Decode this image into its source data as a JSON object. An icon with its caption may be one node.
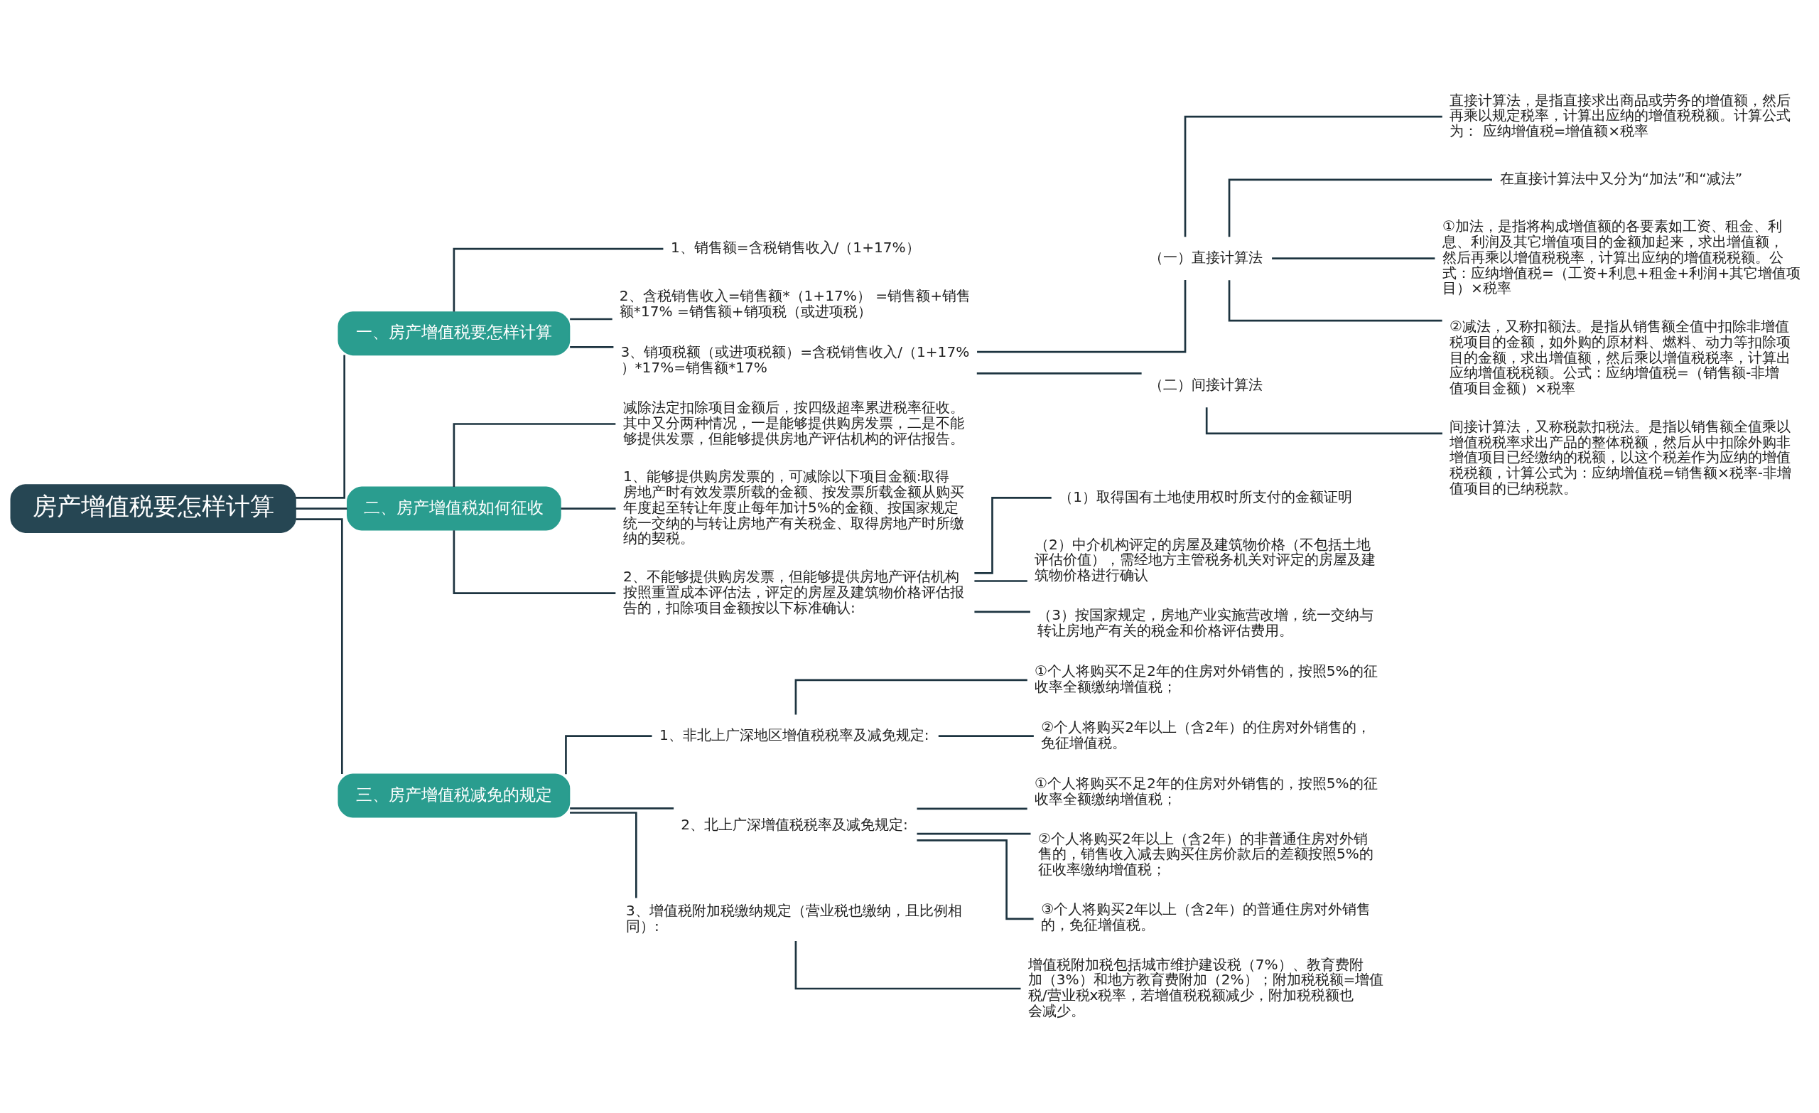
{
  "diagram": {
    "nodes": [
      {
        "text": [
          "房产增值税要怎样计算"
        ]
      },
      {
        "text": [
          "一、房产增值税要怎样计算"
        ]
      },
      {
        "text": [
          "1、销售额=含税销售收入/（1+17%）"
        ]
      },
      {
        "text": [
          "2、含税销售收入=销售额*（1+17%） =销售额+销售额*17% =销售额+销项税（或进项税）"
        ]
      },
      {
        "text": [
          "3、销项税额（或进项税额）=含税销售收入/（1+17%）*17%=销售额*17%"
        ]
      },
      {
        "text": [
          "（一）直接计算法"
        ]
      },
      {
        "text": [
          "直接计算法，是指直接求出商品或劳务的增值额，然后再乘以规定税率，计算出应纳的增值税税额。计算公式为： 应纳增值税=增值额×税率"
        ]
      },
      {
        "text": [
          "在直接计算法中又分为“加法”和“减法”"
        ]
      },
      {
        "text": [
          "①加法，是指将构成增值额的各要素如工资、租金、利息、利润及其它增值项目的金额加起来，求出增值额，然后再乘以增值税税率，计算出应纳的增值税税额。公式：应纳增值税=（工资+利息+租金+利润+其它增值项目）×税率"
        ]
      },
      {
        "text": [
          "②减法，又称扣额法。是指从销售额全值中扣除非增值税项目的金额，如外购的原材料、燃料、动力等扣除项目的金额，求出增值额，然后乘以增值税税率，计算出应纳增值税税额。公式：应纳增值税=（销售额-非增值项目金额）×税率"
        ]
      },
      {
        "text": [
          "（二）间接计算法"
        ]
      },
      {
        "text": [
          "间接计算法，又称税款扣税法。是指以销售额全值乘以增值税税率求出产品的整体税额，然后从中扣除外购非增值项目已经缴纳的税额，以这个税差作为应纳的增值税税额，计算公式为：应纳增值税=销售额×税率-非增值项目的已纳税款。"
        ]
      },
      {
        "text": [
          "二、房产增值税如何征收"
        ]
      },
      {
        "text": [
          "减除法定扣除项目金额后，按四级超率累进税率征收。其中又分两种情况，一是能够提供购房发票，二是不能够提供发票，但能够提供房地产评估机构的评估报告。"
        ]
      },
      {
        "text": [
          "1、能够提供购房发票的，可减除以下项目金额:取得房地产时有效发票所载的金额、按发票所载金额从购买年度起至转让年度止每年加计5%的金额、按国家规定统一交纳的与转让房地产有关税金、取得房地产时所缴纳的契税。"
        ]
      },
      {
        "text": [
          "2、不能够提供购房发票，但能够提供房地产评估机构按照重置成本评估法，评定的房屋及建筑物价格评估报告的，扣除项目金额按以下标准确认:"
        ]
      },
      {
        "text": [
          "（1）取得国有土地使用权时所支付的金额证明"
        ]
      },
      {
        "text": [
          "（2）中介机构评定的房屋及建筑物价格（不包括土地评估价值），需经地方主管税务机关对评定的房屋及建筑物价格进行确认"
        ]
      },
      {
        "text": [
          "（3）按国家规定，房地产业实施营改增，统一交纳与转让房地产有关的税金和价格评估费用。"
        ]
      },
      {
        "text": [
          "三、房产增值税减免的规定"
        ]
      },
      {
        "text": [
          "1、非北上广深地区增值税税率及减免规定:"
        ]
      },
      {
        "text": [
          "①个人将购买不足2年的住房对外销售的，按照5%的征收率全额缴纳增值税；"
        ]
      },
      {
        "text": [
          "②个人将购买2年以上（含2年）的住房对外销售的，免征增值税。"
        ]
      },
      {
        "text": [
          "2、北上广深增值税税率及减免规定:"
        ]
      },
      {
        "text": [
          "①个人将购买不足2年的住房对外销售的，按照5%的征收率全额缴纳增值税；"
        ]
      },
      {
        "text": [
          "②个人将购买2年以上（含2年）的非普通住房对外销售的，销售收入减去购买住房价款后的差额按照5%的征收率缴纳增值税；"
        ]
      },
      {
        "text": [
          "③个人将购买2年以上（含2年）的普通住房对外销售的，免征增值税。"
        ]
      },
      {
        "text": [
          "3、增值税附加税缴纳规定（营业税也缴纳，且比例相同）:"
        ]
      },
      {
        "text": [
          "增值税附加税包括城市维护建设税（7%）、教育费附加（3%）和地方教育费附加（2%）；附加税税额=增值税/营业税x税率，若增值税税额减少，附加税税额也会减少。"
        ]
      }
    ],
    "edges": [
      {
        "from": 0,
        "to": 1,
        "arrow": "none"
      },
      {
        "from": 1,
        "to": 2,
        "arrow": "none"
      },
      {
        "from": 1,
        "to": 3,
        "arrow": "none"
      },
      {
        "from": 1,
        "to": 4,
        "arrow": "none"
      },
      {
        "from": 4,
        "to": 5,
        "arrow": "none"
      },
      {
        "from": 5,
        "to": 6,
        "arrow": "none"
      },
      {
        "from": 5,
        "to": 7,
        "arrow": "none"
      },
      {
        "from": 5,
        "to": 8,
        "arrow": "none"
      },
      {
        "from": 5,
        "to": 9,
        "arrow": "none"
      },
      {
        "from": 4,
        "to": 10,
        "arrow": "none"
      },
      {
        "from": 10,
        "to": 11,
        "arrow": "none"
      },
      {
        "from": 0,
        "to": 12,
        "arrow": "none"
      },
      {
        "from": 12,
        "to": 13,
        "arrow": "none"
      },
      {
        "from": 12,
        "to": 14,
        "arrow": "none"
      },
      {
        "from": 12,
        "to": 15,
        "arrow": "none"
      },
      {
        "from": 15,
        "to": 16,
        "arrow": "none"
      },
      {
        "from": 15,
        "to": 17,
        "arrow": "none"
      },
      {
        "from": 15,
        "to": 18,
        "arrow": "none"
      },
      {
        "from": 0,
        "to": 19,
        "arrow": "none"
      },
      {
        "from": 19,
        "to": 20,
        "arrow": "none"
      },
      {
        "from": 20,
        "to": 21,
        "arrow": "none"
      },
      {
        "from": 20,
        "to": 22,
        "arrow": "none"
      },
      {
        "from": 19,
        "to": 23,
        "arrow": "none"
      },
      {
        "from": 23,
        "to": 24,
        "arrow": "none"
      },
      {
        "from": 23,
        "to": 25,
        "arrow": "none"
      },
      {
        "from": 23,
        "to": 26,
        "arrow": "none"
      },
      {
        "from": 19,
        "to": 27,
        "arrow": "none"
      },
      {
        "from": 27,
        "to": 28,
        "arrow": "none"
      }
    ]
  }
}
